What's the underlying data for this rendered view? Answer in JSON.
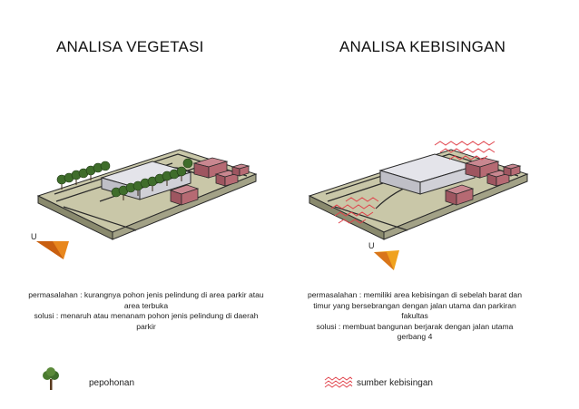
{
  "left": {
    "title": "ANALISA VEGETASI",
    "compass": "U",
    "problem": "permasalahan : kurangnya pohon jenis pelindung di area parkir atau area terbuka",
    "solution": "solusi : menaruh atau menanam pohon jenis pelindung di daerah parkir",
    "legend_label": "pepohonan",
    "legend_icon": "tree-icon"
  },
  "right": {
    "title": "ANALISA KEBISINGAN",
    "compass": "U",
    "problem": "permasalahan : memiliki area  kebisingan di sebelah barat dan timur yang bersebrangan dengan jalan utama dan parkiran fakultas",
    "solution": "solusi : membuat bangunan berjarak dengan jalan utama gerbang 4",
    "legend_label": "sumber kebisingan",
    "legend_icon": "noise-wave-icon"
  },
  "colors": {
    "site": "#c9c7a8",
    "site_edge": "#8a8a6e",
    "road_line": "#2a2a2a",
    "building_main": "#d6d6dc",
    "building_red": "#b66a73",
    "tree": "#3f6d2b",
    "noise": "#e0434c",
    "compass": "#e8871e"
  }
}
